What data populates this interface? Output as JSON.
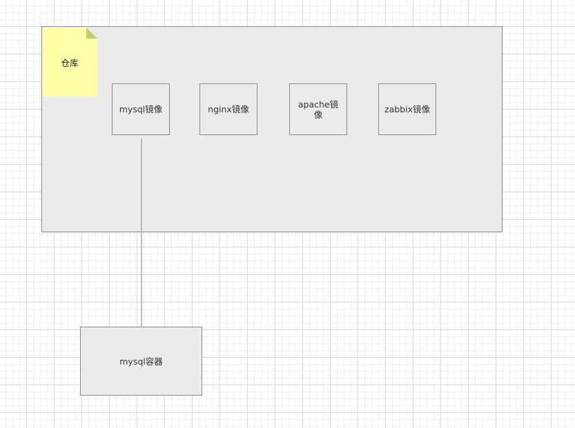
{
  "diagram": {
    "repository": {
      "label": "仓库"
    },
    "images": [
      {
        "label": "mysql镜像"
      },
      {
        "label": "nginx镜像"
      },
      {
        "label": "apache镜像"
      },
      {
        "label": "zabbix镜像"
      }
    ],
    "container": {
      "label": "mysql容器"
    },
    "connections": [
      {
        "from": "mysql镜像",
        "to": "mysql容器"
      }
    ],
    "colors": {
      "note_fill": "#ffffaa",
      "note_fold": "#c9c97a",
      "box_fill": "#ebebeb",
      "box_border": "#8a8a8a",
      "connector": "#aaaaaa"
    }
  }
}
